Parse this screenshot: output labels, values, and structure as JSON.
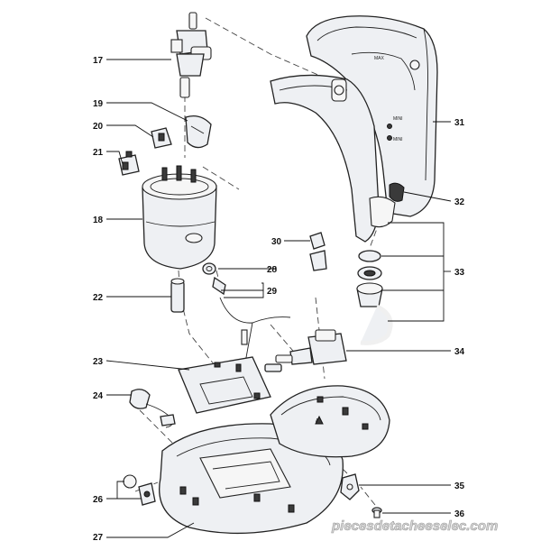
{
  "callouts": {
    "c17": "17",
    "c19": "19",
    "c20": "20",
    "c21": "21",
    "c18": "18",
    "c30": "30",
    "c28": "28",
    "c29": "29",
    "c22": "22",
    "c33": "33",
    "c31": "31",
    "c32": "32",
    "c34": "34",
    "c23": "23",
    "c24": "24",
    "c26": "26",
    "c27": "27",
    "c35": "35",
    "c36": "36"
  },
  "part_text": {
    "max": "MAX",
    "one_cup": "MINI",
    "two_cup": "MINI",
    "arrow_mark": "A"
  },
  "watermark": "piecesdetacheeselec.com"
}
